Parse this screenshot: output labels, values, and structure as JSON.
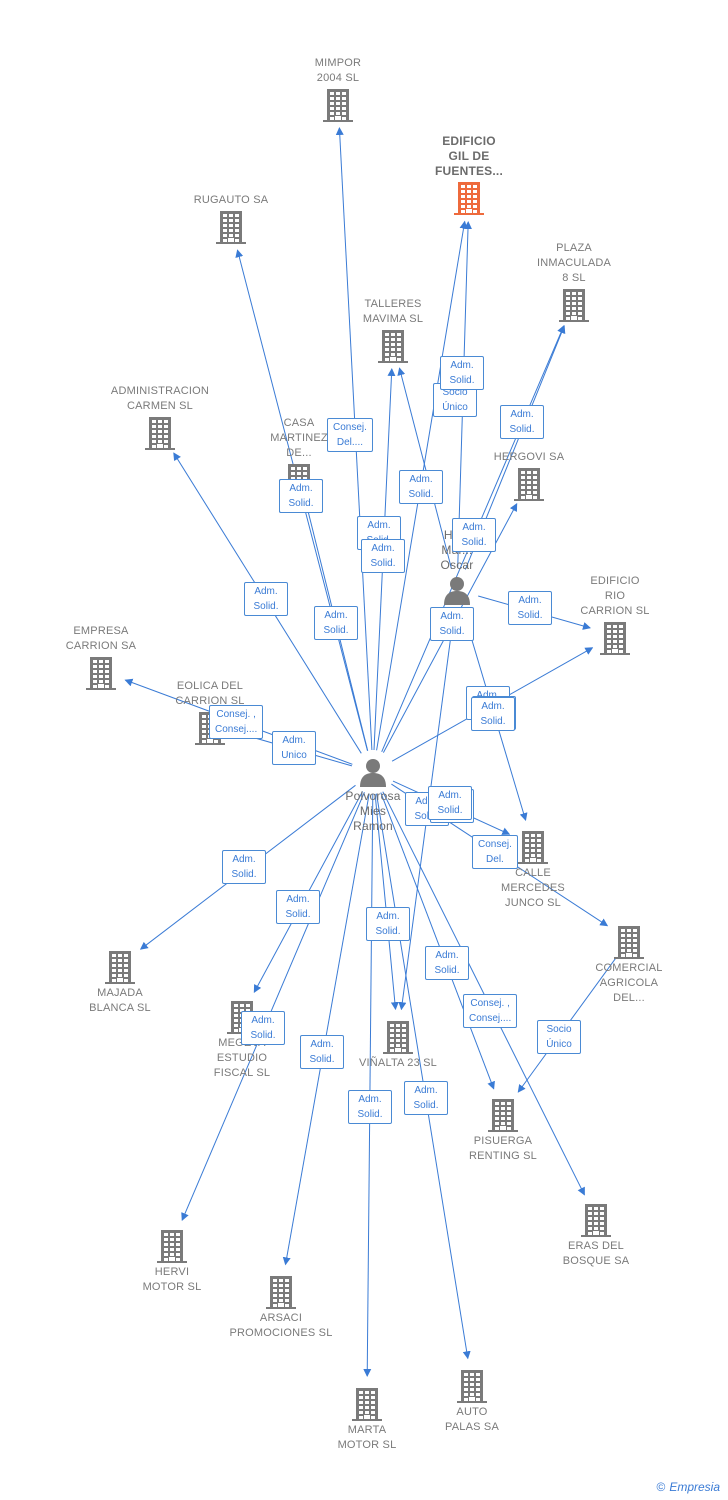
{
  "colors": {
    "edge": "#3a7bd5",
    "node_icon": "#7a7a7a",
    "highlight_icon": "#ee6a3c",
    "tag_border": "#4a8ad4"
  },
  "center_person": {
    "label": "Polvorosa\nMies\nRamon",
    "icon": "person-icon"
  },
  "secondary_person": {
    "label": "He...\nMar...\nOscar",
    "icon": "person-icon"
  },
  "companies": [
    {
      "key": "mimpor",
      "label": "MIMPOR\n2004 SL"
    },
    {
      "key": "edificio-gil",
      "label": "EDIFICIO\nGIL DE\nFUENTES...",
      "highlight": true
    },
    {
      "key": "rugauto",
      "label": "RUGAUTO SA"
    },
    {
      "key": "plaza-inmaculada",
      "label": "PLAZA\nINMACULADA\n8 SL"
    },
    {
      "key": "talleres-mavima",
      "label": "TALLERES\nMAVIMA SL"
    },
    {
      "key": "administracion-carmen",
      "label": "ADMINISTRACION\nCARMEN SL"
    },
    {
      "key": "casa-martinez",
      "label": "CASA\nMARTINEZ\nDE..."
    },
    {
      "key": "hergovi",
      "label": "HERGOVI SA"
    },
    {
      "key": "edificio-rio-carrion",
      "label": "EDIFICIO\nRIO\nCARRION SL"
    },
    {
      "key": "empresa-carrion",
      "label": "EMPRESA\nCARRION SA"
    },
    {
      "key": "eolica-carrion",
      "label": "EOLICA DEL\nCARRION SL"
    },
    {
      "key": "calle-mercedes",
      "label": "CALLE\nMERCEDES\nJUNCO SL"
    },
    {
      "key": "comercial-agricola",
      "label": "COMERCIAL\nAGRICOLA\nDEL..."
    },
    {
      "key": "majada-blanca",
      "label": "MAJADA\nBLANCA SL"
    },
    {
      "key": "megeva-estudio",
      "label": "MEGEVA\nESTUDIO\nFISCAL SL"
    },
    {
      "key": "vinalta",
      "label": "VIÑALTA 23 SL"
    },
    {
      "key": "pisuerga-renting",
      "label": "PISUERGA\nRENTING SL"
    },
    {
      "key": "eras-bosque",
      "label": "ERAS DEL\nBOSQUE SA"
    },
    {
      "key": "hervi-motor",
      "label": "HERVI\nMOTOR SL"
    },
    {
      "key": "arsaci",
      "label": "ARSACI\nPROMOCIONES SL"
    },
    {
      "key": "marta-motor",
      "label": "MARTA\nMOTOR SL"
    },
    {
      "key": "auto-palas",
      "label": "AUTO\nPALAS SA"
    }
  ],
  "relations": [
    {
      "from": "center",
      "to": "mimpor",
      "tag": "Consej.\nDel...."
    },
    {
      "from": "center",
      "to": "edificio-gil",
      "tag": "Adm.\nSolid."
    },
    {
      "from": "center",
      "to": "rugauto",
      "tag": "Adm.\nSolid."
    },
    {
      "from": "center",
      "to": "talleres-mavima",
      "tag": "Adm.\nSolid."
    },
    {
      "from": "center",
      "to": "administracion-carmen",
      "tag": "Adm.\nSolid."
    },
    {
      "from": "center",
      "to": "casa-martinez",
      "tag": "Adm.\nSolid."
    },
    {
      "from": "center",
      "to": "plaza-inmaculada",
      "tag": "Adm.\nSolid."
    },
    {
      "from": "center",
      "to": "hergovi",
      "tag": "Adm.\nSolid."
    },
    {
      "from": "center",
      "to": "edificio-rio-carrion",
      "tag": "Adm.\nSolid."
    },
    {
      "from": "center",
      "to": "empresa-carrion",
      "tag": "Consej. ,\nConsej...."
    },
    {
      "from": "center",
      "to": "eolica-carrion",
      "tag": "Adm.\nUnico"
    },
    {
      "from": "center",
      "to": "calle-mercedes",
      "tag": "Adm.\nSolid."
    },
    {
      "from": "center",
      "to": "comercial-agricola",
      "tag": "Consej.\nDel."
    },
    {
      "from": "center",
      "to": "majada-blanca",
      "tag": "Adm.\nSolid."
    },
    {
      "from": "center",
      "to": "megeva-estudio",
      "tag": "Adm.\nSolid."
    },
    {
      "from": "center",
      "to": "vinalta",
      "tag": "Adm.\nSolid."
    },
    {
      "from": "center",
      "to": "pisuerga-renting",
      "tag": "Adm.\nSolid."
    },
    {
      "from": "center",
      "to": "eras-bosque",
      "tag": "Consej. ,\nConsej...."
    },
    {
      "from": "center",
      "to": "hervi-motor",
      "tag": "Adm.\nSolid."
    },
    {
      "from": "center",
      "to": "arsaci",
      "tag": "Adm.\nSolid."
    },
    {
      "from": "center",
      "to": "marta-motor",
      "tag": "Adm.\nSolid."
    },
    {
      "from": "center",
      "to": "auto-palas",
      "tag": "Adm.\nSolid."
    },
    {
      "from": "secondary",
      "to": "talleres-mavima",
      "tag": "Socio\nÚnico"
    },
    {
      "from": "secondary",
      "to": "edificio-gil",
      "tag": "Adm.\nSolid."
    },
    {
      "from": "secondary",
      "to": "plaza-inmaculada",
      "tag": "Adm.\nSolid."
    },
    {
      "from": "secondary",
      "to": "edificio-rio-carrion",
      "tag": "Adm.\nSolid."
    },
    {
      "from": "secondary",
      "to": "calle-mercedes",
      "tag": "Adm.\nSolid."
    },
    {
      "from": "secondary",
      "to": "vinalta",
      "tag": "Adm.\nSolid."
    },
    {
      "from": "comercial-agricola",
      "to": "pisuerga-renting",
      "tag": "Socio\nÚnico"
    }
  ],
  "extra_tags": [
    "Adm.\nSolid.",
    "Adm.\nSolid.",
    "Adm.\nSolid.",
    "Adm.\nSolid."
  ],
  "footer": {
    "copyright": "©",
    "brand": "Empresia"
  }
}
